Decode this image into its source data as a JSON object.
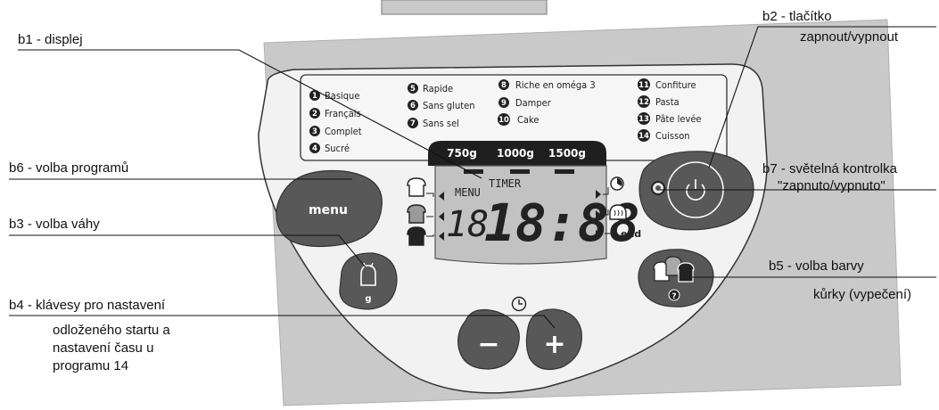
{
  "callouts": {
    "b1": "b1 - displej",
    "b2_line1": "b2 - tlačítko",
    "b2_line2": "zapnout/vypnout",
    "b6": "b6 - volba programů",
    "b7_line1": "b7 - světelná kontrolka",
    "b7_line2": "\"zapnuto/vypnuto\"",
    "b3": "b3 - volba váhy",
    "b5_line1": "b5 - volba barvy",
    "b5_line2": "kůrky (vypečení)",
    "b4_line1": "b4 - klávesy pro nastavení",
    "b4_line2": "odloženého startu a",
    "b4_line3": "nastavení času u",
    "b4_line4": "programu 14"
  },
  "programs": [
    {
      "num": "1",
      "label": "Basique"
    },
    {
      "num": "2",
      "label": "Français"
    },
    {
      "num": "3",
      "label": "Complet"
    },
    {
      "num": "4",
      "label": "Sucré"
    },
    {
      "num": "5",
      "label": "Rapide"
    },
    {
      "num": "6",
      "label": "Sans gluten"
    },
    {
      "num": "7",
      "label": "Sans sel"
    },
    {
      "num": "8",
      "label": "Riche en oméga 3"
    },
    {
      "num": "9",
      "label": "Damper"
    },
    {
      "num": "10",
      "label": "Cake"
    },
    {
      "num": "11",
      "label": "Confiture"
    },
    {
      "num": "12",
      "label": "Pasta"
    },
    {
      "num": "13",
      "label": "Pâte levée"
    },
    {
      "num": "14",
      "label": "Cuisson"
    }
  ],
  "weights": [
    "750g",
    "1000g",
    "1500g"
  ],
  "display": {
    "menu_label": "MENU",
    "timer_label": "TIMER",
    "program_digits": "18",
    "time_digits": "18:88",
    "end_label": "end"
  },
  "buttons": {
    "menu_label": "menu",
    "weight_unit": "g",
    "minus_label": "−",
    "plus_label": "+",
    "crust_help": "?"
  },
  "colors": {
    "panel_gray": "#c9c9c9",
    "face_white": "#f2f2f2",
    "button_dark": "#585858",
    "lcd": "#c2c2c2"
  }
}
